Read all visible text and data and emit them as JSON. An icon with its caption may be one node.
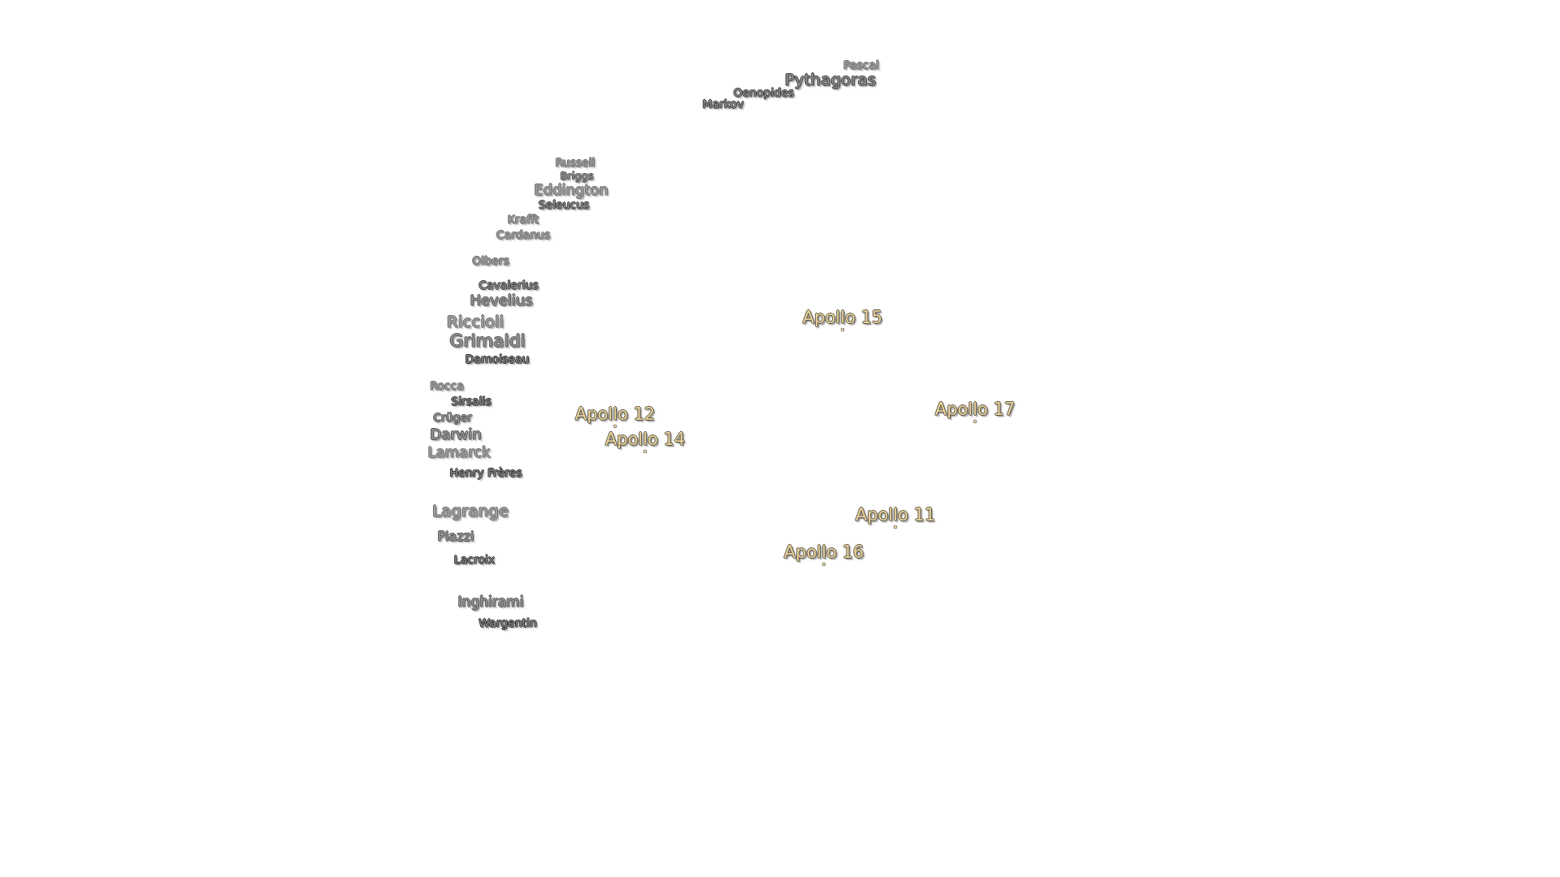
{
  "diagram": {
    "labels": [
      "Pascal",
      "Pythagoras",
      "Oenopides",
      "Markov",
      "Russell",
      "Briggs",
      "Eddington",
      "Seleucus",
      "Krafft",
      "Cardanus",
      "Olbers",
      "Cavalerius",
      "Hevelius",
      "Apollo 15",
      "Riccioli",
      "Grimaldi",
      "Damoiseau",
      "Rocca",
      "Sirsalis",
      "Apollo 17",
      "Apollo 12",
      "Crüger",
      "Darwin",
      "Apollo 14",
      "Lamarck",
      "Henry Frères",
      "Lagrange",
      "Apollo 11",
      "Piazzi",
      "Apollo 16",
      "Lacroix",
      "Inghirami",
      "Wargentin"
    ]
  }
}
